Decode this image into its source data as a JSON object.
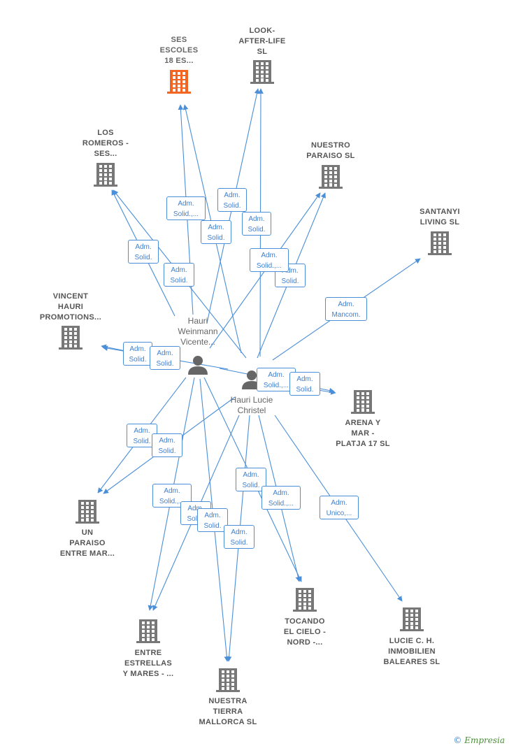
{
  "colors": {
    "edge": "#4a8fd8",
    "building": "#777777",
    "highlight": "#f26522",
    "person": "#666666"
  },
  "companies": [
    {
      "id": "ses",
      "label": "SES\nESCOLES\n18 ES...",
      "highlight": true
    },
    {
      "id": "look",
      "label": "LOOK-\nAFTER-LIFE\nSL"
    },
    {
      "id": "romeros",
      "label": "LOS\nROMEROS -\nSES..."
    },
    {
      "id": "nuestro_paraiso",
      "label": "NUESTRO\nPARAISO  SL"
    },
    {
      "id": "santanyi",
      "label": "SANTANYI\nLIVING  SL"
    },
    {
      "id": "vincent",
      "label": "VINCENT\nHAURI\nPROMOTIONS..."
    },
    {
      "id": "arena",
      "label": "ARENA Y\nMAR -\nPLATJA 17  SL"
    },
    {
      "id": "un_paraiso",
      "label": "UN\nPARAISO\nENTRE MAR..."
    },
    {
      "id": "tocando",
      "label": "TOCANDO\nEL CIELO -\nNORD -..."
    },
    {
      "id": "lucie",
      "label": "LUCIE C.  H.\nINMOBILIEN\nBALEARES  SL"
    },
    {
      "id": "entre",
      "label": "ENTRE\nESTRELLAS\nY MARES - ..."
    },
    {
      "id": "nuestra_tierra",
      "label": "NUESTRA\nTIERRA\nMALLORCA  SL"
    }
  ],
  "persons": [
    {
      "id": "weinmann",
      "label": "Hauri\nWeinmann\nVicente..."
    },
    {
      "id": "lucie_c",
      "label": "Hauri Lucie\nChristel"
    }
  ],
  "edge_labels": [
    {
      "id": "l1",
      "text": "Adm.\nSolid.,..."
    },
    {
      "id": "l2",
      "text": "Adm.\nSolid."
    },
    {
      "id": "l3",
      "text": "Adm.\nSolid."
    },
    {
      "id": "l4",
      "text": "Adm.\nSolid."
    },
    {
      "id": "l5",
      "text": "Adm.\nSolid."
    },
    {
      "id": "l6",
      "text": "Adm.\nSolid."
    },
    {
      "id": "l7",
      "text": "Adm.\nSolid."
    },
    {
      "id": "l8",
      "text": "Adm.\nSolid.,..."
    },
    {
      "id": "l9",
      "text": "Adm.\nMancom."
    },
    {
      "id": "l10",
      "text": "Adm.\nSolid."
    },
    {
      "id": "l11",
      "text": "Adm.\nSolid."
    },
    {
      "id": "l12",
      "text": "Adm.\nSolid.,..."
    },
    {
      "id": "l13",
      "text": "Adm.\nSolid."
    },
    {
      "id": "l14",
      "text": "Adm.\nSolid."
    },
    {
      "id": "l15",
      "text": "Adm.\nSolid."
    },
    {
      "id": "l16",
      "text": "Adm.\nSolid.,..."
    },
    {
      "id": "l17",
      "text": "Adm.\nSolid."
    },
    {
      "id": "l18",
      "text": "Adm.\nSolid.,..."
    },
    {
      "id": "l19",
      "text": "Adm.\nUnico,..."
    },
    {
      "id": "l20",
      "text": "Adm.\nSolid."
    },
    {
      "id": "l21",
      "text": "Adm.\nSolid."
    },
    {
      "id": "l22",
      "text": "Adm.\nSolid."
    }
  ],
  "edges": [
    {
      "from": "weinmann",
      "to": "ses"
    },
    {
      "from": "lucie_c",
      "to": "ses"
    },
    {
      "from": "weinmann",
      "to": "look"
    },
    {
      "from": "lucie_c",
      "to": "look"
    },
    {
      "from": "weinmann",
      "to": "romeros"
    },
    {
      "from": "lucie_c",
      "to": "romeros"
    },
    {
      "from": "weinmann",
      "to": "nuestro_paraiso"
    },
    {
      "from": "lucie_c",
      "to": "nuestro_paraiso"
    },
    {
      "from": "lucie_c",
      "to": "santanyi"
    },
    {
      "from": "weinmann",
      "to": "vincent"
    },
    {
      "from": "lucie_c",
      "to": "vincent"
    },
    {
      "from": "weinmann",
      "to": "arena"
    },
    {
      "from": "lucie_c",
      "to": "arena"
    },
    {
      "from": "weinmann",
      "to": "un_paraiso"
    },
    {
      "from": "lucie_c",
      "to": "un_paraiso"
    },
    {
      "from": "weinmann",
      "to": "entre"
    },
    {
      "from": "lucie_c",
      "to": "entre"
    },
    {
      "from": "weinmann",
      "to": "nuestra_tierra"
    },
    {
      "from": "lucie_c",
      "to": "nuestra_tierra"
    },
    {
      "from": "weinmann",
      "to": "tocando"
    },
    {
      "from": "lucie_c",
      "to": "tocando"
    },
    {
      "from": "lucie_c",
      "to": "lucie"
    }
  ],
  "brand": {
    "symbol": "©",
    "name": "Empresia"
  }
}
